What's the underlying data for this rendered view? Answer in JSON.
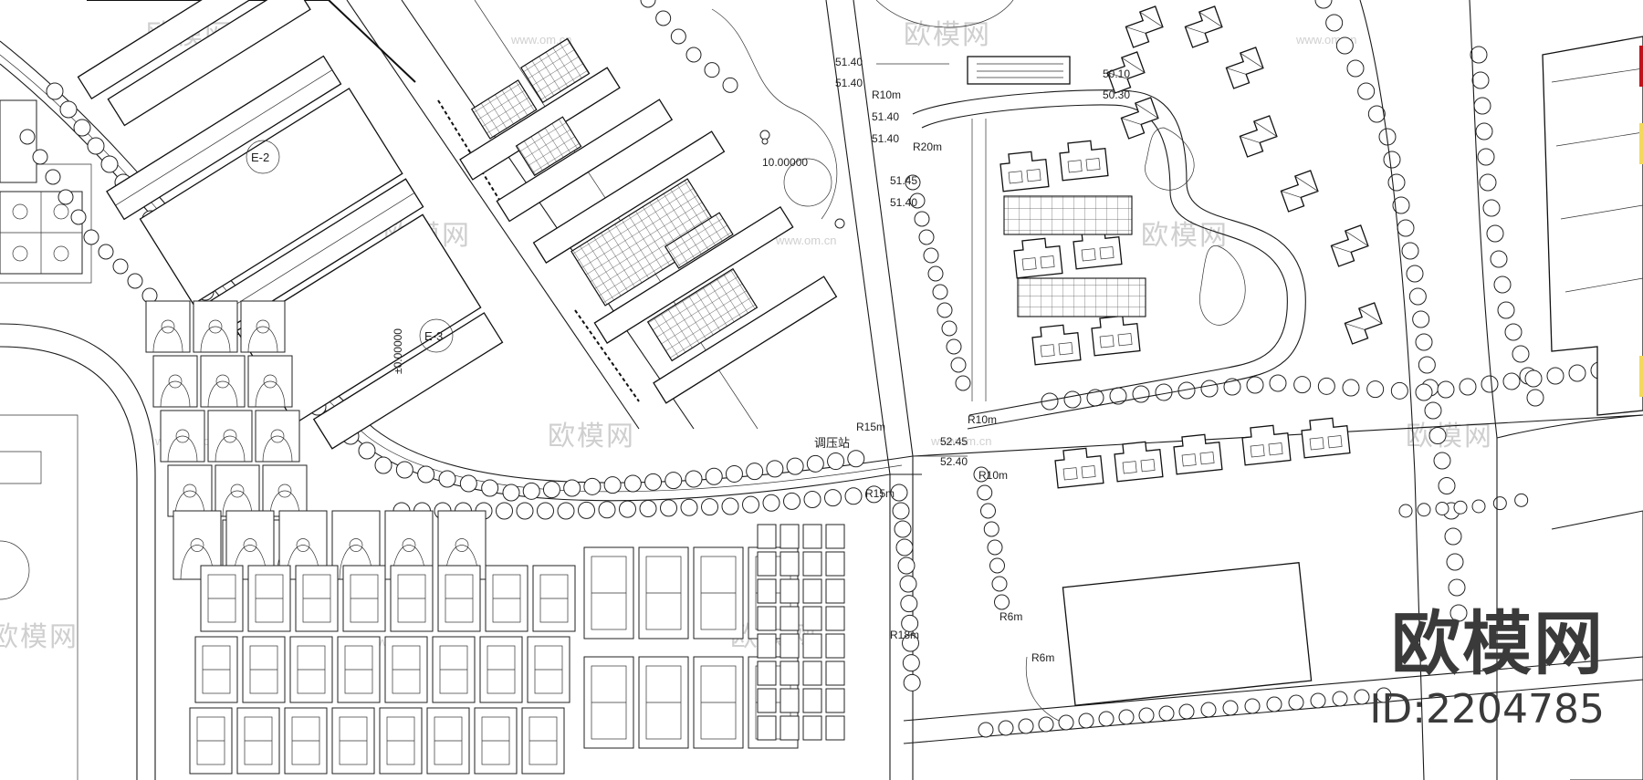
{
  "watermark": {
    "text": "欧模网",
    "domain": "www.om.cn"
  },
  "brand": {
    "name": "欧模网",
    "id": "ID:2204785"
  },
  "blocks": [
    {
      "label": "E-2"
    },
    {
      "label": "E-3"
    }
  ],
  "station_label": "调压站",
  "elevations": [
    "51.40",
    "51.40",
    "51.40",
    "51.40",
    "51.45",
    "51.40",
    "50.10",
    "50.30",
    "52.45",
    "52.40"
  ],
  "radii": [
    "R10m",
    "R20m",
    "R15m",
    "R10m",
    "R10m",
    "R15m",
    "R18m",
    "R6m",
    "R6m"
  ],
  "misc_texts": [
    "10.00000",
    "±0.00000"
  ],
  "colors": {
    "line": "#1a1a1a",
    "watermark": "#cfcfcf",
    "accent_red": "#c0141c",
    "accent_yellow": "#f2d95c"
  }
}
